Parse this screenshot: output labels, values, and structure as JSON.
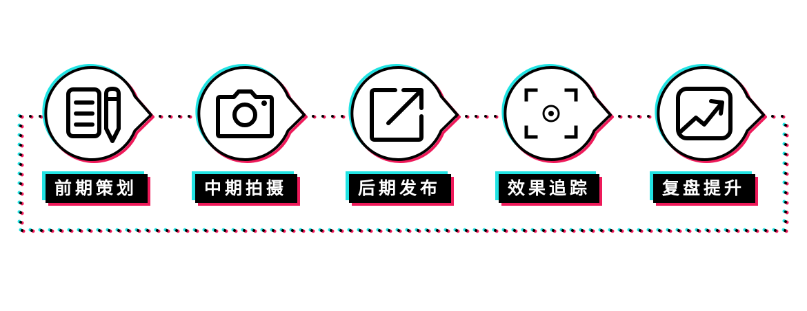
{
  "steps": [
    {
      "label": "前期策划",
      "icon": "document-pencil-icon"
    },
    {
      "label": "中期拍摄",
      "icon": "camera-icon"
    },
    {
      "label": "后期发布",
      "icon": "external-arrow-icon"
    },
    {
      "label": "效果追踪",
      "icon": "focus-target-icon"
    },
    {
      "label": "复盘提升",
      "icon": "trend-chart-icon"
    }
  ],
  "colors": {
    "black": "#000000",
    "cyan": "#22e3e3",
    "magenta": "#ee1a5a",
    "background": "#ffffff"
  }
}
